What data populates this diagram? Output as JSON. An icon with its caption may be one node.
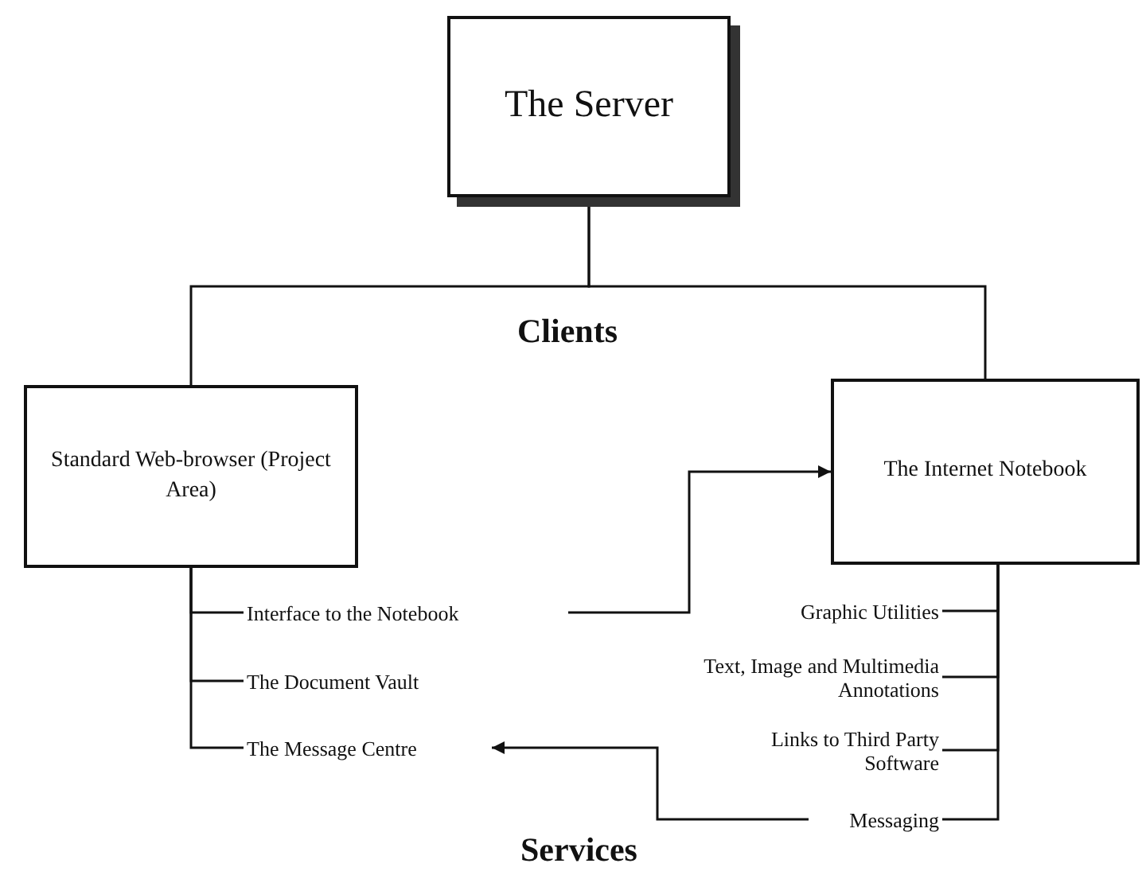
{
  "diagram": {
    "nodes": [
      {
        "text": [
          "The Server"
        ]
      },
      {
        "text": [
          "Standard Web-browser (Project Area)"
        ]
      },
      {
        "text": [
          "The Internet Notebook"
        ]
      },
      {
        "text": [
          "Interface to the Notebook"
        ]
      },
      {
        "text": [
          "The Document Vault"
        ]
      },
      {
        "text": [
          "The Message Centre"
        ]
      },
      {
        "text": [
          "Graphic Utilities"
        ]
      },
      {
        "text": [
          "Text, Image and Multimedia Annotations"
        ]
      },
      {
        "text": [
          "Links to Third Party Software"
        ]
      },
      {
        "text": [
          "Messaging"
        ]
      }
    ],
    "edges": [
      {
        "from": 0,
        "to": 1,
        "arrow": "none"
      },
      {
        "from": 0,
        "to": 2,
        "arrow": "none"
      },
      {
        "from": 1,
        "to": 3,
        "arrow": "none"
      },
      {
        "from": 1,
        "to": 4,
        "arrow": "none"
      },
      {
        "from": 1,
        "to": 5,
        "arrow": "none"
      },
      {
        "from": 3,
        "to": 2,
        "arrow": "to"
      },
      {
        "from": 2,
        "to": 6,
        "arrow": "none"
      },
      {
        "from": 2,
        "to": 7,
        "arrow": "none"
      },
      {
        "from": 2,
        "to": 8,
        "arrow": "none"
      },
      {
        "from": 2,
        "to": 9,
        "arrow": "none"
      },
      {
        "from": 9,
        "to": 5,
        "arrow": "to"
      }
    ],
    "labels": [
      "Clients",
      "Services"
    ]
  }
}
